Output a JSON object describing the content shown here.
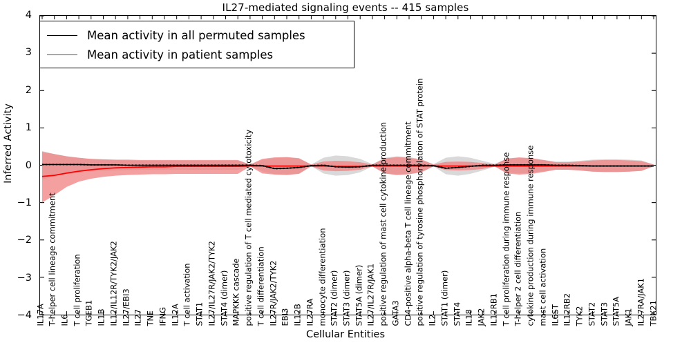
{
  "chart_data": {
    "type": "line",
    "title": "IL27-mediated signaling events -- 415 samples",
    "xlabel": "Cellular Entities",
    "ylabel": "Inferred Activity",
    "ylim": [
      -4,
      4
    ],
    "yticks": [
      4,
      3,
      2,
      1,
      0,
      -1,
      -2,
      -3,
      -4
    ],
    "grid": false,
    "legend_position": "upper-left",
    "n_samples": 415,
    "categories": [
      "IL17A",
      "T-helper cell lineage commitment",
      "IL6",
      "T cell proliferation",
      "TGFB1",
      "IL1B",
      "IL12/IL12R/TYK2/JAK2",
      "IL27/EBI3",
      "IL27",
      "TNF",
      "IFNG",
      "IL12A",
      "T cell activation",
      "STAT1",
      "IL27/IL27R/JAK2/TYK2",
      "STAT4 (dimer)",
      "MAPKKK cascade",
      "positive regulation of T cell mediated cytotoxicity",
      "T cell differentiation",
      "IL27R/JAK2/TYK2",
      "EBI3",
      "IL12B",
      "IL27RA",
      "monocyte differentiation",
      "STAT2 (dimer)",
      "STAT3 (dimer)",
      "STAT5A (dimer)",
      "IL27/IL27R/JAK1",
      "positive regulation of mast cell cytokine production",
      "GATA3",
      "CD4-positive alpha-beta T cell lineage commitment",
      "positive regulation of tyrosine phosphorylation of STAT protein",
      "IL2",
      "STAT1 (dimer)",
      "STAT4",
      "IL18",
      "JAK2",
      "IL12RB1",
      "T cell proliferation during immune response",
      "T-helper 2 cell differentiation",
      "cytokine production during immune response",
      "mast cell activation",
      "IL6ST",
      "IL12RB2",
      "TYK2",
      "STAT2",
      "STAT3",
      "STAT5A",
      "JAK1",
      "IL27RA/JAK1",
      "TBX21"
    ],
    "series": [
      {
        "name": "Mean activity in all permuted samples",
        "color": "#000000",
        "style": "dotted-over-solid",
        "values": [
          0.02,
          0.02,
          0.02,
          0.02,
          0.01,
          0.01,
          0.01,
          0.0,
          0.0,
          0.0,
          0.0,
          0.0,
          0.0,
          0.0,
          0.0,
          0.0,
          0.0,
          0.0,
          -0.01,
          -0.09,
          -0.08,
          -0.06,
          -0.01,
          0.0,
          -0.04,
          -0.05,
          -0.04,
          0.0,
          0.0,
          0.0,
          0.0,
          0.0,
          -0.01,
          -0.08,
          -0.06,
          -0.03,
          0.0,
          0.0,
          0.01,
          0.01,
          0.01,
          0.01,
          0.0,
          0.0,
          -0.01,
          -0.02,
          -0.02,
          -0.02,
          -0.02,
          -0.02,
          -0.02
        ],
        "band": {
          "label": "permuted-std-band",
          "color": "#cccccc",
          "upper": [
            0.38,
            0.3,
            0.24,
            0.2,
            0.17,
            0.15,
            0.14,
            0.13,
            0.12,
            0.12,
            0.12,
            0.12,
            0.12,
            0.12,
            0.12,
            0.12,
            0.12,
            0.02,
            0.14,
            0.19,
            0.21,
            0.18,
            0.02,
            0.2,
            0.26,
            0.24,
            0.17,
            0.03,
            0.2,
            0.24,
            0.22,
            0.16,
            0.03,
            0.2,
            0.24,
            0.2,
            0.12,
            0.04,
            0.17,
            0.2,
            0.18,
            0.14,
            0.1,
            0.1,
            0.12,
            0.15,
            0.16,
            0.16,
            0.15,
            0.13,
            0.02
          ],
          "lower": [
            -0.38,
            -0.3,
            -0.24,
            -0.2,
            -0.17,
            -0.15,
            -0.14,
            -0.13,
            -0.12,
            -0.12,
            -0.12,
            -0.12,
            -0.12,
            -0.12,
            -0.12,
            -0.12,
            -0.12,
            -0.02,
            -0.16,
            -0.24,
            -0.26,
            -0.22,
            -0.02,
            -0.22,
            -0.28,
            -0.26,
            -0.19,
            -0.03,
            -0.22,
            -0.26,
            -0.24,
            -0.18,
            -0.03,
            -0.24,
            -0.28,
            -0.23,
            -0.14,
            -0.04,
            -0.19,
            -0.22,
            -0.2,
            -0.16,
            -0.12,
            -0.12,
            -0.14,
            -0.17,
            -0.18,
            -0.18,
            -0.17,
            -0.15,
            -0.02
          ]
        }
      },
      {
        "name": "Mean activity in patient samples",
        "color": "#ff0000",
        "style": "solid",
        "values": [
          -0.3,
          -0.27,
          -0.21,
          -0.16,
          -0.12,
          -0.09,
          -0.07,
          -0.06,
          -0.05,
          -0.04,
          -0.04,
          -0.03,
          -0.03,
          -0.03,
          -0.03,
          -0.03,
          -0.03,
          -0.02,
          -0.02,
          -0.02,
          -0.02,
          -0.02,
          -0.02,
          -0.02,
          -0.03,
          -0.03,
          -0.03,
          -0.02,
          -0.02,
          -0.02,
          -0.02,
          -0.02,
          -0.02,
          -0.02,
          -0.02,
          -0.02,
          -0.02,
          -0.02,
          -0.02,
          -0.02,
          -0.02,
          -0.02,
          -0.02,
          -0.02,
          -0.02,
          -0.02,
          -0.02,
          -0.02,
          -0.02,
          -0.02,
          -0.02
        ],
        "band": {
          "label": "patient-std-band",
          "color": "#f08080",
          "upper": [
            0.36,
            0.3,
            0.24,
            0.2,
            0.17,
            0.16,
            0.15,
            0.15,
            0.14,
            0.14,
            0.14,
            0.14,
            0.14,
            0.14,
            0.14,
            0.14,
            0.14,
            0.02,
            0.17,
            0.21,
            0.22,
            0.19,
            0.02,
            0.1,
            0.12,
            0.11,
            0.08,
            0.02,
            0.18,
            0.22,
            0.2,
            0.15,
            0.02,
            0.09,
            0.1,
            0.09,
            0.06,
            0.02,
            0.18,
            0.21,
            0.19,
            0.14,
            0.08,
            0.08,
            0.1,
            0.13,
            0.14,
            0.14,
            0.13,
            0.11,
            0.02
          ],
          "lower": [
            -1.0,
            -0.8,
            -0.58,
            -0.44,
            -0.36,
            -0.31,
            -0.28,
            -0.26,
            -0.25,
            -0.24,
            -0.24,
            -0.23,
            -0.23,
            -0.23,
            -0.23,
            -0.23,
            -0.23,
            -0.03,
            -0.22,
            -0.25,
            -0.26,
            -0.23,
            -0.03,
            -0.14,
            -0.16,
            -0.15,
            -0.12,
            -0.03,
            -0.22,
            -0.26,
            -0.24,
            -0.19,
            -0.03,
            -0.13,
            -0.14,
            -0.13,
            -0.1,
            -0.03,
            -0.22,
            -0.25,
            -0.23,
            -0.18,
            -0.12,
            -0.12,
            -0.14,
            -0.17,
            -0.18,
            -0.18,
            -0.17,
            -0.15,
            -0.03
          ]
        }
      }
    ]
  },
  "legend": {
    "items": [
      {
        "label": "Mean activity in all permuted samples",
        "color": "#000000"
      },
      {
        "label": "Mean activity in patient samples",
        "color": "#ff0000"
      }
    ]
  }
}
